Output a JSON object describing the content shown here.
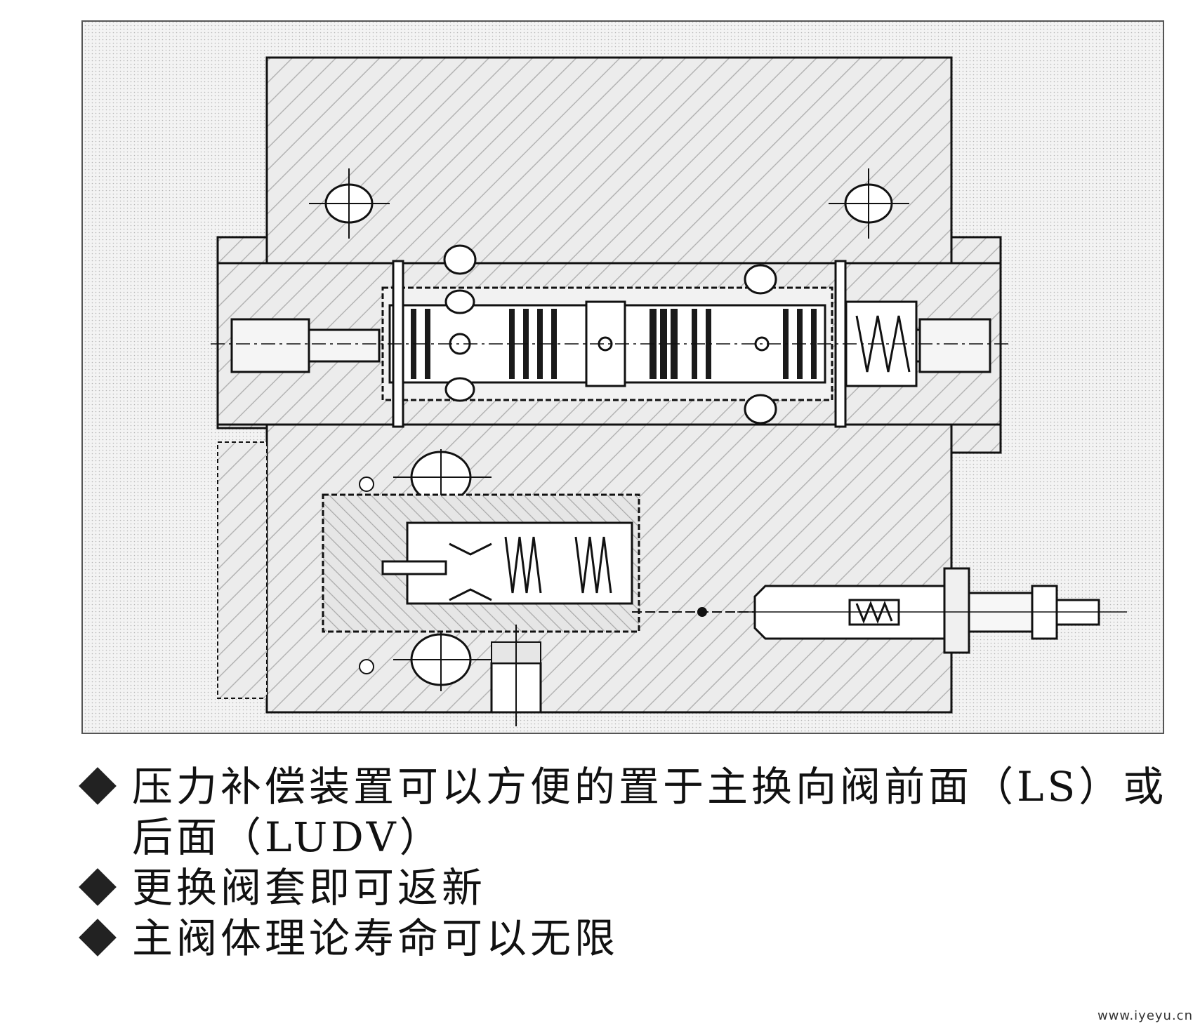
{
  "bullets": [
    {
      "text": "压力补偿装置可以方便的置于主换向阀前面（LS）或后面（LUDV）"
    },
    {
      "text": "更换阀套即可返新"
    },
    {
      "text": "主阀体理论寿命可以无限"
    }
  ],
  "watermark": "www.iyeyu.cn",
  "drawing": {
    "hatch_color": "#b9b9b9",
    "dot_color": "#c8c8c8",
    "line_color": "#111111"
  }
}
